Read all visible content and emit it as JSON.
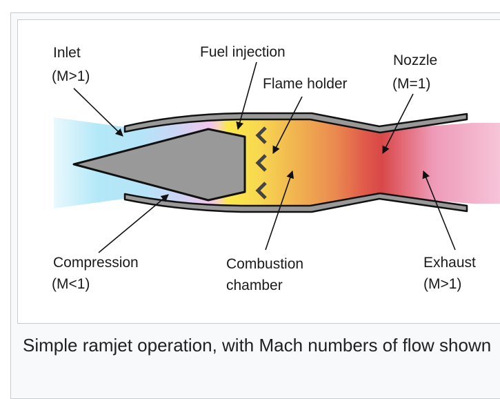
{
  "figure": {
    "labels": {
      "inlet": {
        "line1": "Inlet",
        "line2": "(M>1)"
      },
      "fuel_injection": {
        "line1": "Fuel injection"
      },
      "flame_holder": {
        "line1": "Flame holder"
      },
      "nozzle": {
        "line1": "Nozzle",
        "line2": "(M=1)"
      },
      "compression": {
        "line1": "Compression",
        "line2": "(M<1)"
      },
      "combustion_chamber": {
        "line1": "Combustion",
        "line2": "chamber"
      },
      "exhaust": {
        "line1": "Exhaust",
        "line2": "(M>1)"
      }
    },
    "colors": {
      "inlet_flow": "#b3e8f8",
      "compression_flow": "#bcd8f4",
      "transition_pink": "#f2c6ec",
      "fuel_yellow": "#fbe84a",
      "combustion_orange": "#f0a74e",
      "nozzle_red": "#da4a4a",
      "exhaust_pink": "#f4b7d0",
      "body_gray": "#999999",
      "outline": "#111111"
    },
    "caption": "Simple ramjet operation, with Mach numbers of flow shown"
  }
}
